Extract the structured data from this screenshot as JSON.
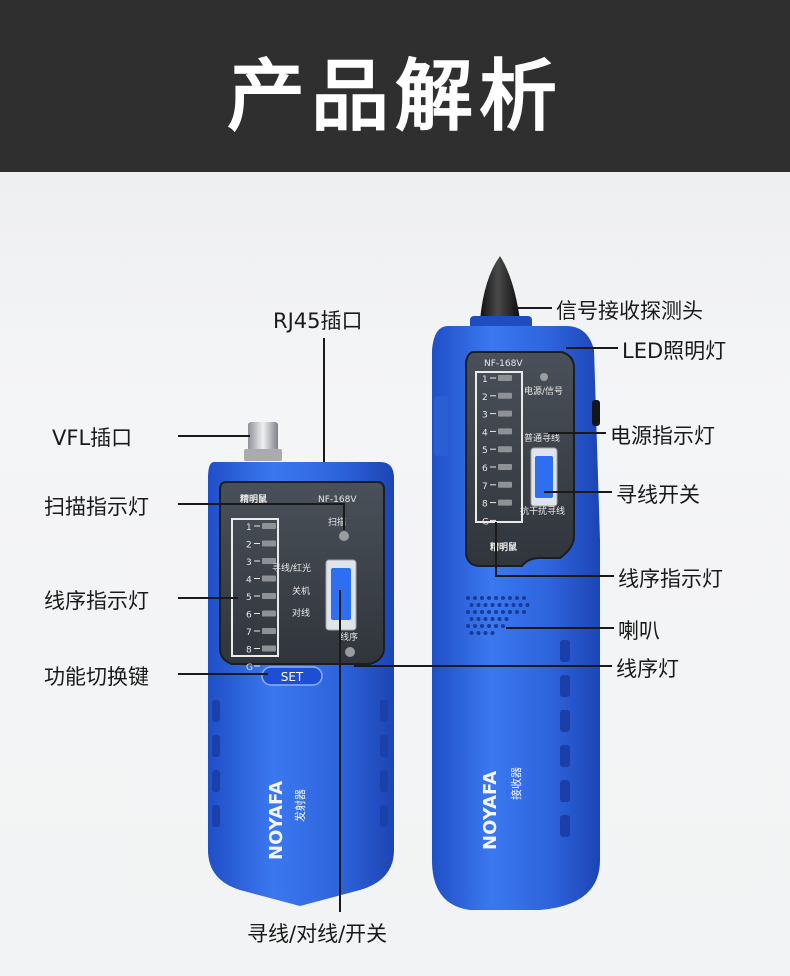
{
  "header": {
    "title": "产品解析"
  },
  "transmitter": {
    "model": "NF-168V",
    "brand": "NOYAFA",
    "role": "发射器",
    "scan_label": "扫描",
    "wire_order_label": "线序",
    "switch_labels": [
      "寻线/红光",
      "关机",
      "对线"
    ],
    "set_button": "SET",
    "numbers": [
      "1",
      "2",
      "3",
      "4",
      "5",
      "6",
      "7",
      "8",
      "G"
    ]
  },
  "receiver": {
    "model": "NF-168V",
    "brand": "NOYAFA",
    "role": "接收器",
    "power_label": "电源/信号",
    "mode_labels": [
      "普通寻线",
      "抗干扰寻线"
    ],
    "numbers": [
      "1",
      "2",
      "3",
      "4",
      "5",
      "6",
      "7",
      "8",
      "G"
    ]
  },
  "callouts": {
    "rj45": "RJ45插口",
    "vfl": "VFL插口",
    "scan_indicator": "扫描指示灯",
    "wire_order_indicator_left": "线序指示灯",
    "function_key": "功能切换键",
    "bottom_switch": "寻线/对线/开关",
    "probe": "信号接收探测头",
    "led_light": "LED照明灯",
    "power_indicator": "电源指示灯",
    "search_switch": "寻线开关",
    "wire_order_indicator_right": "线序指示灯",
    "speaker": "喇叭",
    "wire_order_light": "线序灯"
  },
  "colors": {
    "header_bg": "#2f2f2f",
    "device_blue": "#2f66e0",
    "panel_dark": "#3a3f46"
  }
}
